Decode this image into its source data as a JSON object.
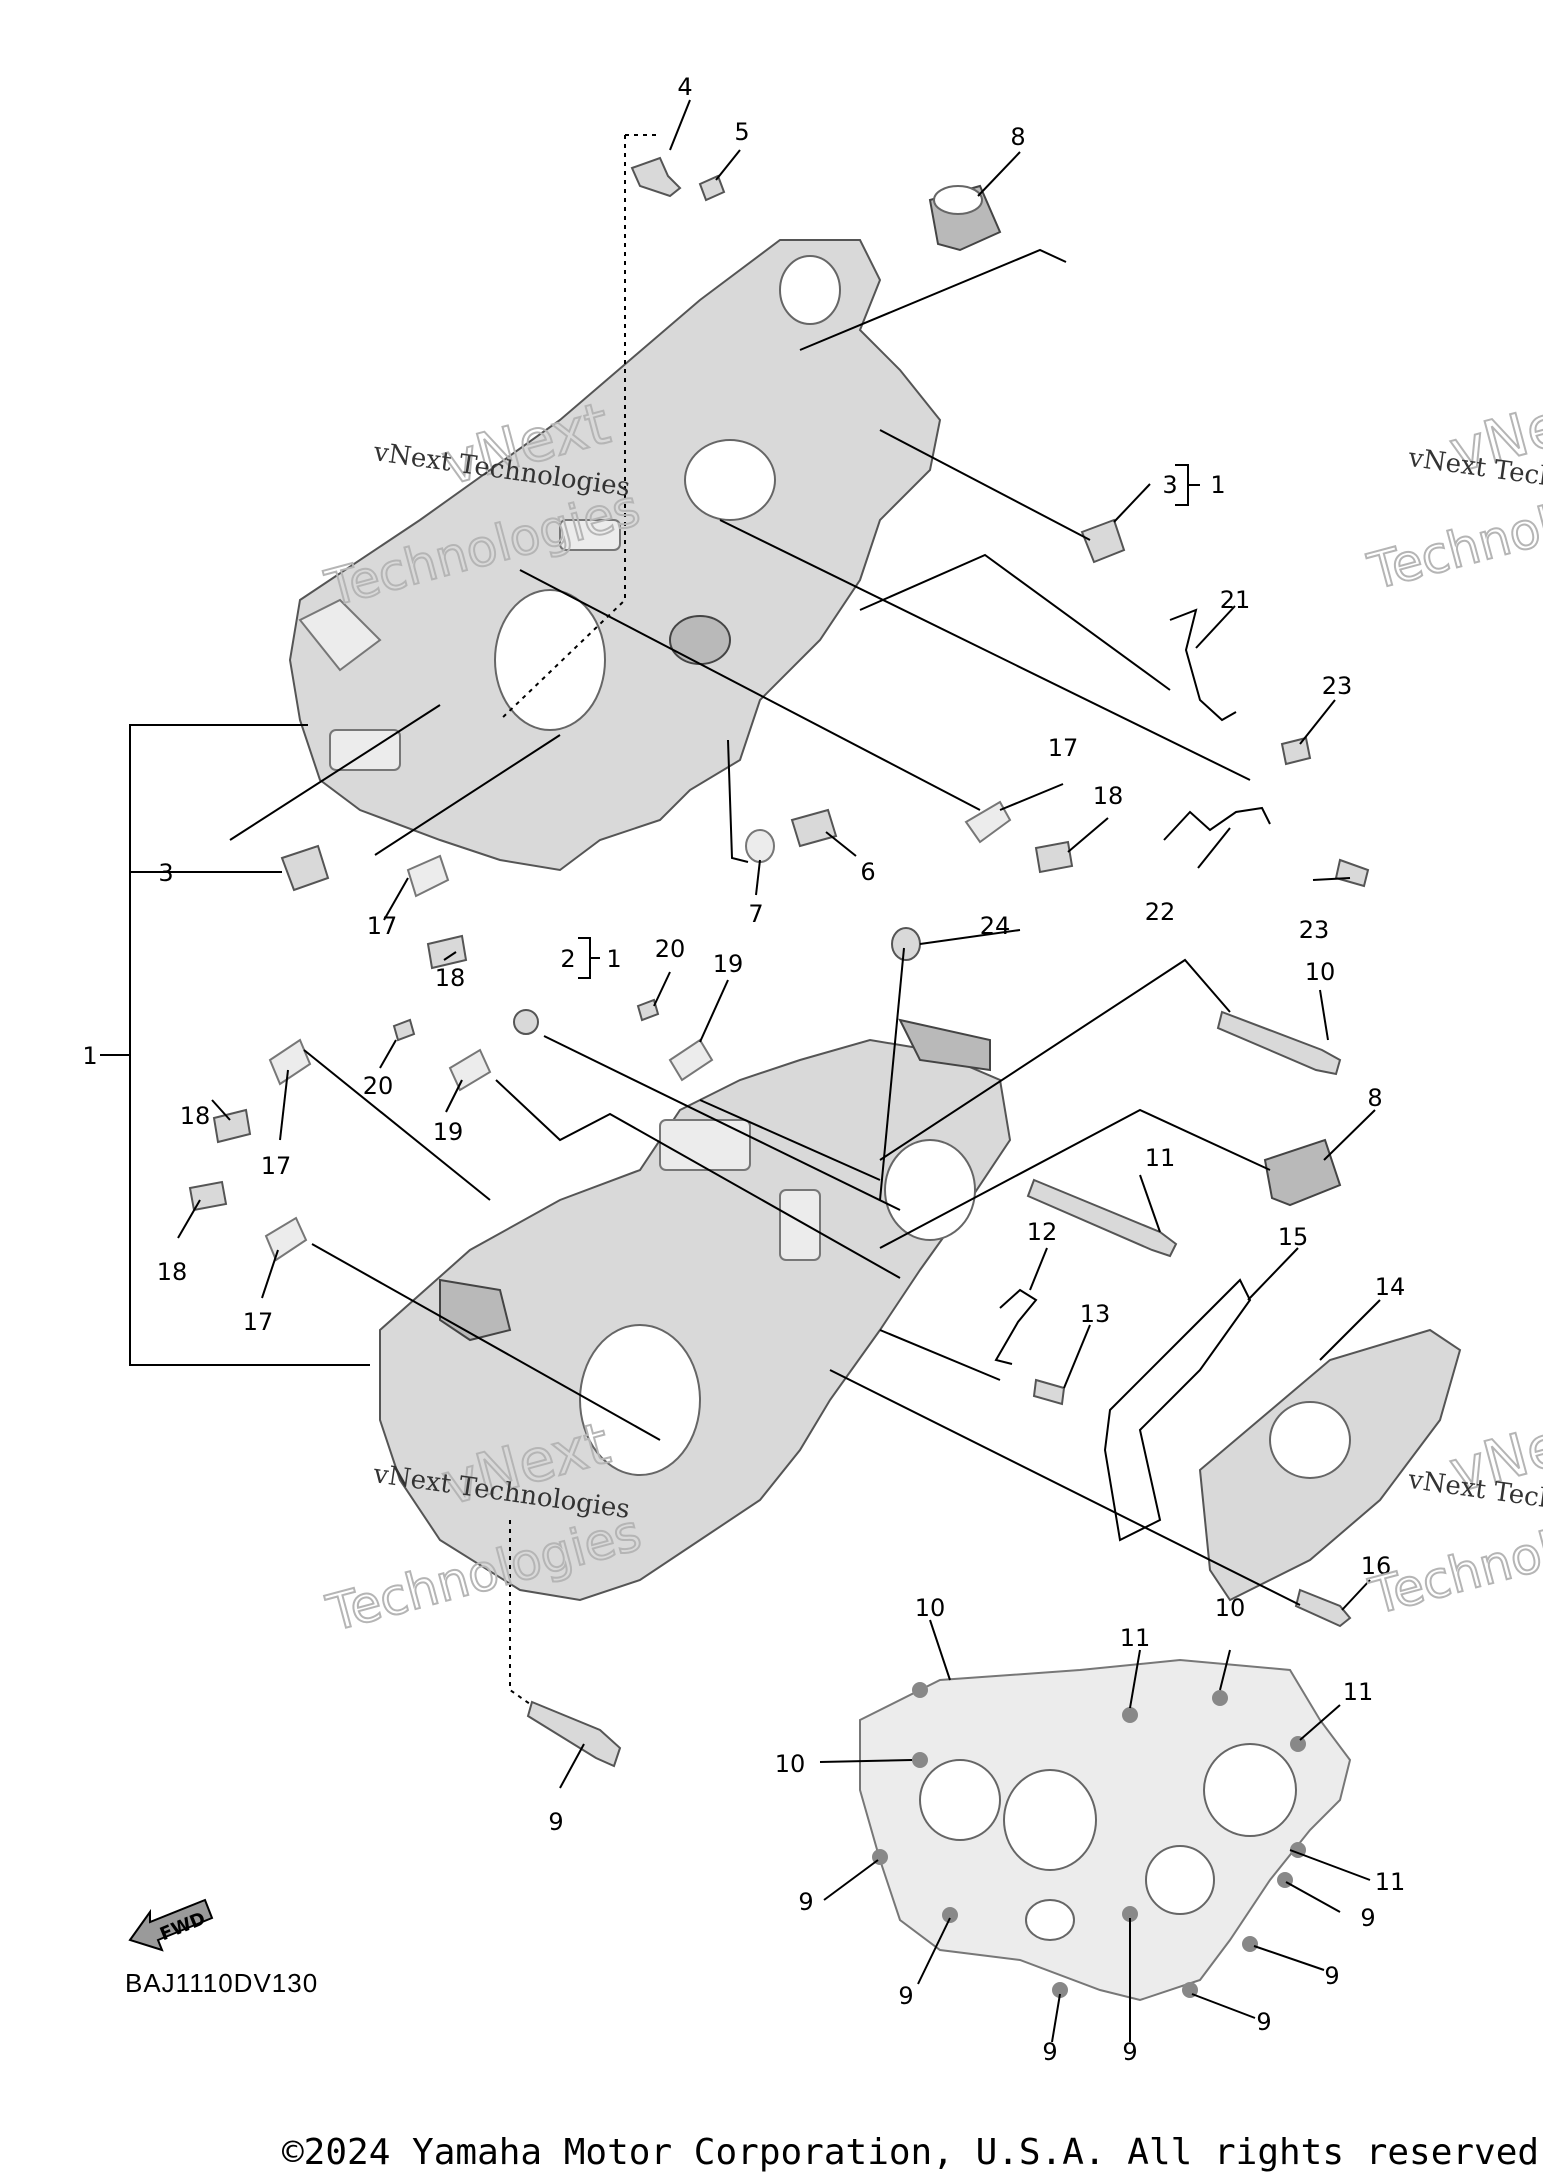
{
  "diagram_code": "BAJ1110DV130",
  "copyright": "©2024 Yamaha Motor Corporation, U.S.A. All rights reserved",
  "fwd_label": "FWD",
  "watermark": {
    "brand_top": "vNext",
    "brand_bottom": "Technologies",
    "line": "vNext Technologies"
  },
  "callouts": [
    "1",
    "2",
    "3",
    "4",
    "5",
    "6",
    "7",
    "8",
    "9",
    "10",
    "11",
    "12",
    "13",
    "14",
    "15",
    "16",
    "17",
    "18",
    "19",
    "20",
    "21",
    "22",
    "23",
    "24"
  ]
}
